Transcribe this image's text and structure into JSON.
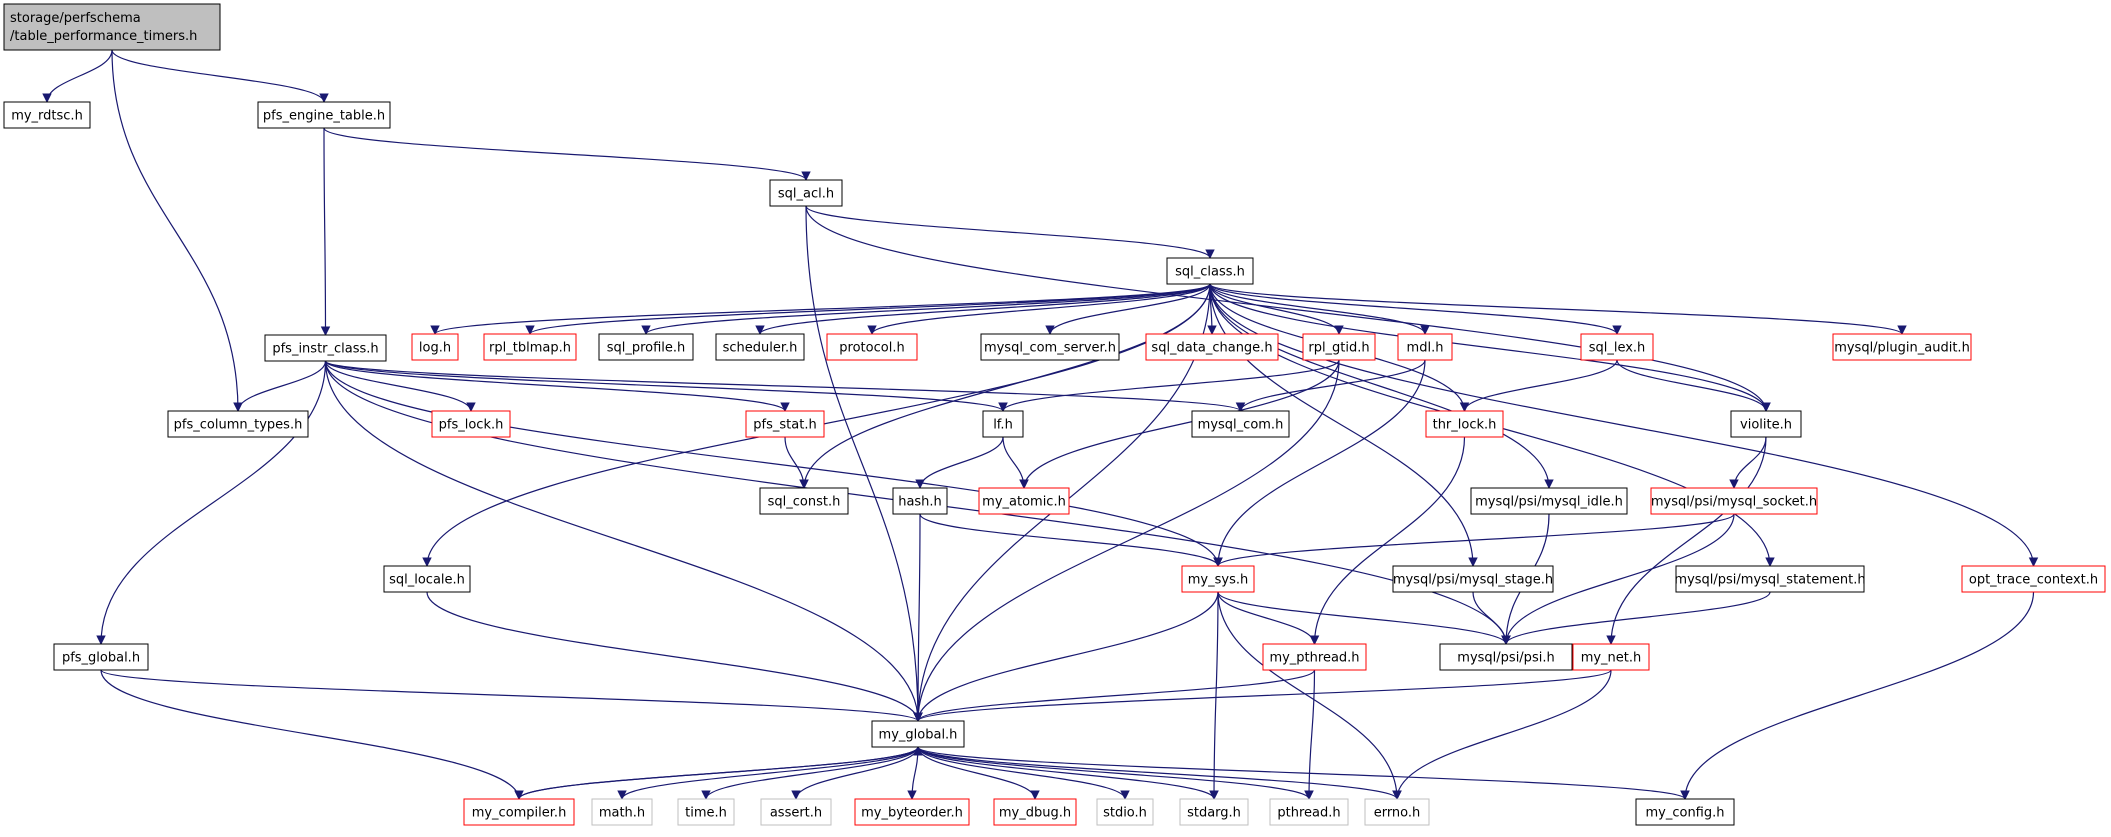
{
  "colors": {
    "edge": "#191970",
    "root_fill": "#bfbfbf",
    "normal_border": "#000000",
    "truncated_border": "#ff0000",
    "external_border": "#bfbfbf",
    "text": "#000000"
  },
  "nodes": [
    {
      "id": "root",
      "label": "storage/perfschema",
      "label2": "/table_performance_timers.h",
      "kind": "root"
    },
    {
      "id": "my_rdtsc",
      "label": "my_rdtsc.h",
      "kind": "normal"
    },
    {
      "id": "pfs_engine_table",
      "label": "pfs_engine_table.h",
      "kind": "normal"
    },
    {
      "id": "sql_acl",
      "label": "sql_acl.h",
      "kind": "normal"
    },
    {
      "id": "sql_class",
      "label": "sql_class.h",
      "kind": "normal"
    },
    {
      "id": "pfs_instr_class",
      "label": "pfs_instr_class.h",
      "kind": "normal"
    },
    {
      "id": "pfs_column_types",
      "label": "pfs_column_types.h",
      "kind": "normal"
    },
    {
      "id": "log",
      "label": "log.h",
      "kind": "truncated"
    },
    {
      "id": "rpl_tblmap",
      "label": "rpl_tblmap.h",
      "kind": "truncated"
    },
    {
      "id": "sql_profile",
      "label": "sql_profile.h",
      "kind": "normal"
    },
    {
      "id": "scheduler",
      "label": "scheduler.h",
      "kind": "normal"
    },
    {
      "id": "protocol",
      "label": "protocol.h",
      "kind": "truncated"
    },
    {
      "id": "mysql_com_server",
      "label": "mysql_com_server.h",
      "kind": "normal"
    },
    {
      "id": "sql_data_change",
      "label": "sql_data_change.h",
      "kind": "truncated"
    },
    {
      "id": "rpl_gtid",
      "label": "rpl_gtid.h",
      "kind": "truncated"
    },
    {
      "id": "mdl",
      "label": "mdl.h",
      "kind": "truncated"
    },
    {
      "id": "sql_lex",
      "label": "sql_lex.h",
      "kind": "truncated"
    },
    {
      "id": "plugin_audit",
      "label": "mysql/plugin_audit.h",
      "kind": "truncated"
    },
    {
      "id": "pfs_lock",
      "label": "pfs_lock.h",
      "kind": "truncated"
    },
    {
      "id": "pfs_stat",
      "label": "pfs_stat.h",
      "kind": "truncated"
    },
    {
      "id": "lf",
      "label": "lf.h",
      "kind": "normal"
    },
    {
      "id": "mysql_com",
      "label": "mysql_com.h",
      "kind": "normal"
    },
    {
      "id": "thr_lock",
      "label": "thr_lock.h",
      "kind": "truncated"
    },
    {
      "id": "violite",
      "label": "violite.h",
      "kind": "normal"
    },
    {
      "id": "sql_const",
      "label": "sql_const.h",
      "kind": "normal"
    },
    {
      "id": "hash",
      "label": "hash.h",
      "kind": "normal"
    },
    {
      "id": "my_atomic",
      "label": "my_atomic.h",
      "kind": "truncated"
    },
    {
      "id": "mysql_idle",
      "label": "mysql/psi/mysql_idle.h",
      "kind": "normal"
    },
    {
      "id": "mysql_socket",
      "label": "mysql/psi/mysql_socket.h",
      "kind": "truncated"
    },
    {
      "id": "sql_locale",
      "label": "sql_locale.h",
      "kind": "normal"
    },
    {
      "id": "my_sys",
      "label": "my_sys.h",
      "kind": "truncated"
    },
    {
      "id": "mysql_stage",
      "label": "mysql/psi/mysql_stage.h",
      "kind": "normal"
    },
    {
      "id": "mysql_statement",
      "label": "mysql/psi/mysql_statement.h",
      "kind": "normal"
    },
    {
      "id": "opt_trace_context",
      "label": "opt_trace_context.h",
      "kind": "truncated"
    },
    {
      "id": "pfs_global",
      "label": "pfs_global.h",
      "kind": "normal"
    },
    {
      "id": "my_pthread",
      "label": "my_pthread.h",
      "kind": "truncated"
    },
    {
      "id": "psi",
      "label": "mysql/psi/psi.h",
      "kind": "normal"
    },
    {
      "id": "my_net",
      "label": "my_net.h",
      "kind": "truncated"
    },
    {
      "id": "my_global",
      "label": "my_global.h",
      "kind": "normal"
    },
    {
      "id": "my_compiler",
      "label": "my_compiler.h",
      "kind": "truncated"
    },
    {
      "id": "math",
      "label": "math.h",
      "kind": "external"
    },
    {
      "id": "time",
      "label": "time.h",
      "kind": "external"
    },
    {
      "id": "assert",
      "label": "assert.h",
      "kind": "external"
    },
    {
      "id": "my_byteorder",
      "label": "my_byteorder.h",
      "kind": "truncated"
    },
    {
      "id": "my_dbug",
      "label": "my_dbug.h",
      "kind": "truncated"
    },
    {
      "id": "stdio",
      "label": "stdio.h",
      "kind": "external"
    },
    {
      "id": "stdarg",
      "label": "stdarg.h",
      "kind": "external"
    },
    {
      "id": "pthread",
      "label": "pthread.h",
      "kind": "external"
    },
    {
      "id": "errno",
      "label": "errno.h",
      "kind": "external"
    },
    {
      "id": "my_config",
      "label": "my_config.h",
      "kind": "normal"
    }
  ],
  "edges": [
    [
      "root",
      "my_rdtsc"
    ],
    [
      "root",
      "pfs_engine_table"
    ],
    [
      "root",
      "pfs_column_types"
    ],
    [
      "pfs_engine_table",
      "sql_acl"
    ],
    [
      "pfs_engine_table",
      "pfs_instr_class"
    ],
    [
      "sql_acl",
      "sql_class"
    ],
    [
      "sql_acl",
      "my_global"
    ],
    [
      "sql_acl",
      "violite"
    ],
    [
      "sql_class",
      "log"
    ],
    [
      "sql_class",
      "rpl_tblmap"
    ],
    [
      "sql_class",
      "sql_profile"
    ],
    [
      "sql_class",
      "scheduler"
    ],
    [
      "sql_class",
      "protocol"
    ],
    [
      "sql_class",
      "mysql_com_server"
    ],
    [
      "sql_class",
      "sql_data_change"
    ],
    [
      "sql_class",
      "rpl_gtid"
    ],
    [
      "sql_class",
      "mdl"
    ],
    [
      "sql_class",
      "sql_lex"
    ],
    [
      "sql_class",
      "plugin_audit"
    ],
    [
      "sql_class",
      "thr_lock"
    ],
    [
      "sql_class",
      "violite"
    ],
    [
      "sql_class",
      "sql_const"
    ],
    [
      "sql_class",
      "sql_locale"
    ],
    [
      "sql_class",
      "mysql_idle"
    ],
    [
      "sql_class",
      "mysql_stage"
    ],
    [
      "sql_class",
      "mysql_statement"
    ],
    [
      "sql_class",
      "opt_trace_context"
    ],
    [
      "sql_class",
      "my_global"
    ],
    [
      "pfs_instr_class",
      "pfs_column_types"
    ],
    [
      "pfs_instr_class",
      "pfs_lock"
    ],
    [
      "pfs_instr_class",
      "pfs_stat"
    ],
    [
      "pfs_instr_class",
      "lf"
    ],
    [
      "pfs_instr_class",
      "mysql_com"
    ],
    [
      "pfs_instr_class",
      "psi"
    ],
    [
      "pfs_instr_class",
      "my_sys"
    ],
    [
      "pfs_instr_class",
      "my_global"
    ],
    [
      "pfs_instr_class",
      "pfs_global"
    ],
    [
      "pfs_stat",
      "sql_const"
    ],
    [
      "rpl_gtid",
      "lf"
    ],
    [
      "rpl_gtid",
      "my_atomic"
    ],
    [
      "rpl_gtid",
      "my_global"
    ],
    [
      "mdl",
      "mysql_com"
    ],
    [
      "mdl",
      "my_sys"
    ],
    [
      "sql_lex",
      "thr_lock"
    ],
    [
      "sql_lex",
      "violite"
    ],
    [
      "lf",
      "hash"
    ],
    [
      "lf",
      "my_atomic"
    ],
    [
      "hash",
      "my_sys"
    ],
    [
      "hash",
      "my_global"
    ],
    [
      "thr_lock",
      "my_pthread"
    ],
    [
      "violite",
      "mysql_socket"
    ],
    [
      "violite",
      "my_net"
    ],
    [
      "mysql_socket",
      "my_sys"
    ],
    [
      "mysql_socket",
      "psi"
    ],
    [
      "mysql_idle",
      "psi"
    ],
    [
      "mysql_stage",
      "psi"
    ],
    [
      "mysql_statement",
      "psi"
    ],
    [
      "sql_locale",
      "my_global"
    ],
    [
      "my_sys",
      "my_pthread"
    ],
    [
      "my_sys",
      "psi"
    ],
    [
      "my_sys",
      "my_global"
    ],
    [
      "my_sys",
      "stdarg"
    ],
    [
      "my_sys",
      "errno"
    ],
    [
      "opt_trace_context",
      "my_config"
    ],
    [
      "pfs_global",
      "my_global"
    ],
    [
      "pfs_global",
      "my_compiler"
    ],
    [
      "my_pthread",
      "my_global"
    ],
    [
      "my_pthread",
      "pthread"
    ],
    [
      "my_net",
      "my_global"
    ],
    [
      "my_net",
      "errno"
    ],
    [
      "my_global",
      "my_compiler"
    ],
    [
      "my_global",
      "math"
    ],
    [
      "my_global",
      "time"
    ],
    [
      "my_global",
      "assert"
    ],
    [
      "my_global",
      "my_byteorder"
    ],
    [
      "my_global",
      "my_dbug"
    ],
    [
      "my_global",
      "stdio"
    ],
    [
      "my_global",
      "stdarg"
    ],
    [
      "my_global",
      "pthread"
    ],
    [
      "my_global",
      "errno"
    ],
    [
      "my_global",
      "my_config"
    ],
    [
      "my_compiler",
      "my_global"
    ]
  ]
}
